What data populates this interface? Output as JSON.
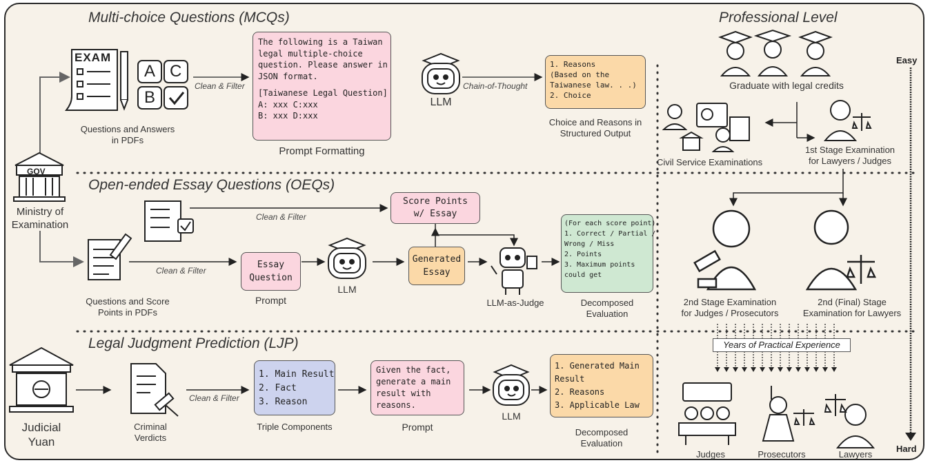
{
  "sections": {
    "mcq": "Multi-choice Questions (MCQs)",
    "oeq": "Open-ended Essay Questions (OEQs)",
    "ljp": "Legal Judgment Prediction (LJP)",
    "professional": "Professional Level"
  },
  "sources": {
    "ministry": [
      "Ministry of",
      "Examination"
    ],
    "ministry_badge": "GOV",
    "judicial": [
      "Judicial",
      "Yuan"
    ],
    "exam_badge": "EXAM"
  },
  "mcq": {
    "pdf_caption": [
      "Questions and Answers",
      "in PDFs"
    ],
    "edge_filter": "Clean & Filter",
    "prompt_lines": [
      "The following is a Taiwan",
      "legal multiple-choice",
      "question. Please answer in",
      "JSON format.",
      "",
      "[Taiwanese Legal Question]",
      "A: xxx   C:xxx",
      "B: xxx   D:xxx"
    ],
    "prompt_caption": "Prompt Formatting",
    "llm": "LLM",
    "edge_cot": "Chain-of-Thought",
    "output_lines": [
      "1.  Reasons",
      "    (Based on the",
      "    Taiwanese law. . .)",
      "2.  Choice"
    ],
    "output_caption": [
      "Choice and Reasons in",
      "Structured Output"
    ],
    "option_letters": [
      "A",
      "C",
      "B"
    ]
  },
  "oeq": {
    "edge_filter_top": "Clean & Filter",
    "edge_filter_bottom": "Clean & Filter",
    "pdf_caption": [
      "Questions and Score",
      "Points in PDFs"
    ],
    "score_points": [
      "Score Points",
      "w/ Essay"
    ],
    "essay_question": [
      "Essay",
      "Question"
    ],
    "prompt_caption": "Prompt",
    "llm": "LLM",
    "generated_essay": [
      "Generated",
      "Essay"
    ],
    "judge_caption": "LLM-as-Judge",
    "eval_lines": [
      "(For each score point)",
      "1.  Correct / Partial /",
      "    Wrong / Miss",
      "2.  Points",
      "3.  Maximum points",
      "    could get"
    ],
    "eval_caption": [
      "Decomposed",
      "Evaluation"
    ]
  },
  "ljp": {
    "verdicts_caption": [
      "Criminal",
      "Verdicts"
    ],
    "edge_filter": "Clean & Filter",
    "triple_lines": [
      "1.  Main Result",
      "2.  Fact",
      "3.  Reason"
    ],
    "triple_caption": "Triple Components",
    "prompt_lines": [
      "Given the fact,",
      "generate a main",
      "result with",
      "reasons."
    ],
    "prompt_caption": "Prompt",
    "llm": "LLM",
    "output_lines": [
      "1.  Generated Main",
      "    Result",
      "2.  Reasons",
      "3.  Applicable Law"
    ],
    "output_caption": [
      "Decomposed",
      "Evaluation"
    ]
  },
  "professional": {
    "graduate": "Graduate with legal credits",
    "civil_service": "Civil Service Examinations",
    "first_stage": [
      "1st Stage Examination",
      "for Lawyers / Judges"
    ],
    "second_stage_judges": [
      "2nd Stage Examination",
      "for Judges / Prosecutors"
    ],
    "second_stage_lawyers": [
      "2nd (Final) Stage",
      "Examination for Lawyers"
    ],
    "years": "Years of Practical Experience",
    "judges": "Judges",
    "prosecutors": "Prosecutors",
    "lawyers": "Lawyers",
    "easy": "Easy",
    "hard": "Hard"
  },
  "colors": {
    "pink": "#fbd6df",
    "orange": "#fbd9a8",
    "green": "#cfe8d2",
    "blue": "#cdd3ee",
    "background": "#f7f2e9"
  }
}
